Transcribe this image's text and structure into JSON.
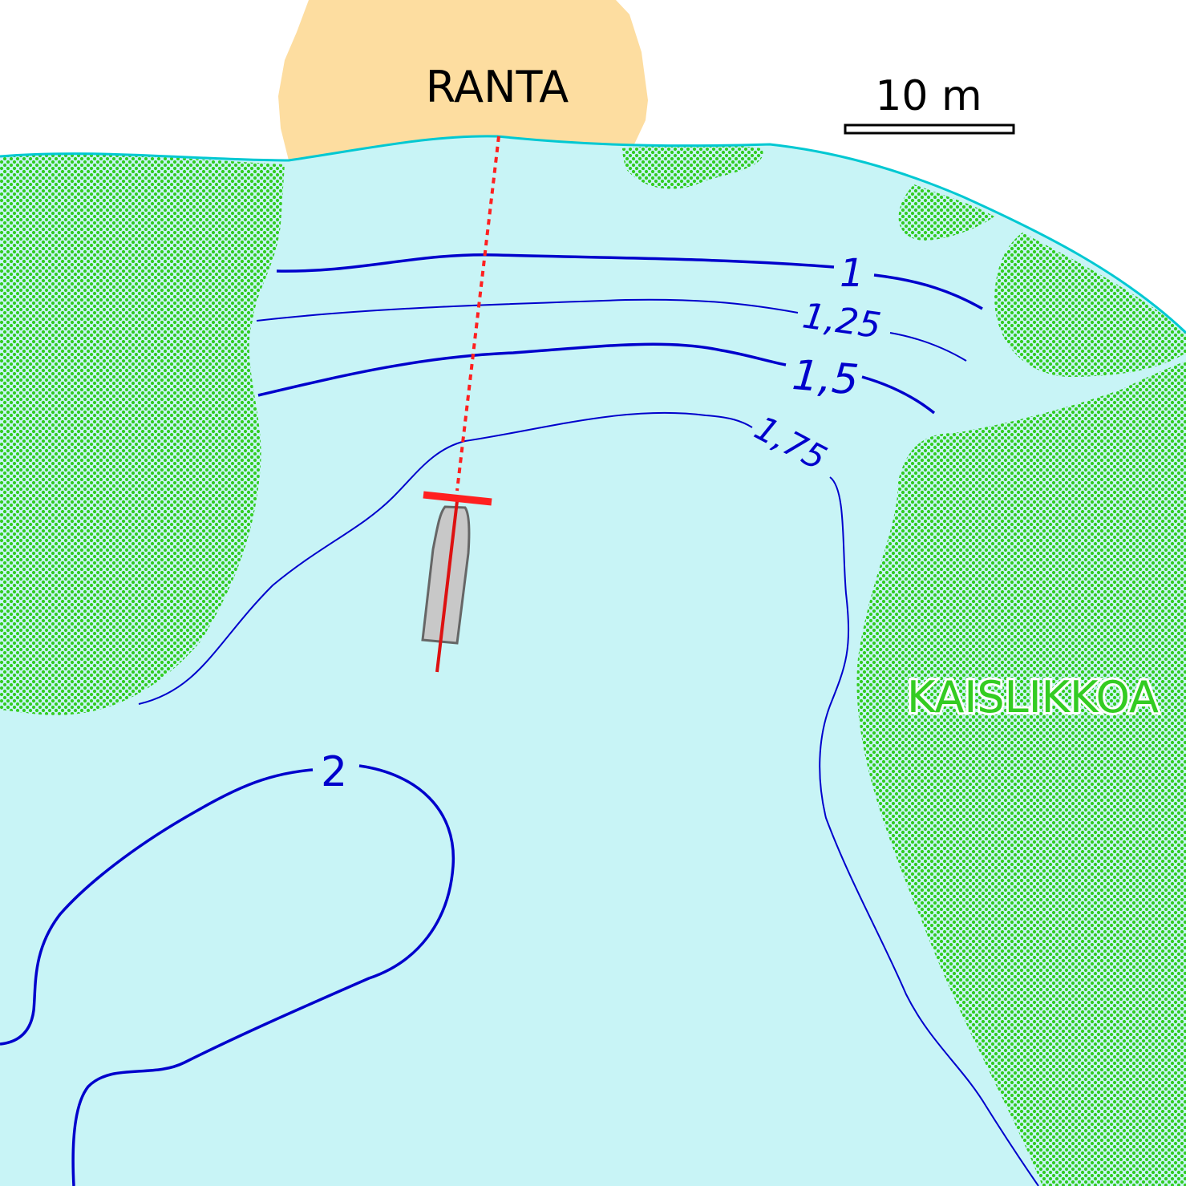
{
  "map": {
    "shore_label": "RANTA",
    "reed_label": "KAISLIKKOA",
    "scale_bar": {
      "label": "10 m",
      "meters": 10
    },
    "depth_contours": [
      {
        "depth": 1,
        "label": "1"
      },
      {
        "depth": 1.25,
        "label": "1,25"
      },
      {
        "depth": 1.5,
        "label": "1,5"
      },
      {
        "depth": 1.75,
        "label": "1,75"
      },
      {
        "depth": 2,
        "label": "2"
      }
    ],
    "icons": [
      "boat-icon",
      "anchor-line",
      "reed-pattern"
    ],
    "colors": {
      "water": "#c8f4f6",
      "shoreline": "#00c8d2",
      "land": "#fddda0",
      "reeds": "#33cc22",
      "contour": "#0000cc",
      "mooring": "#ff2020",
      "boat": "#c8c8c8"
    }
  }
}
